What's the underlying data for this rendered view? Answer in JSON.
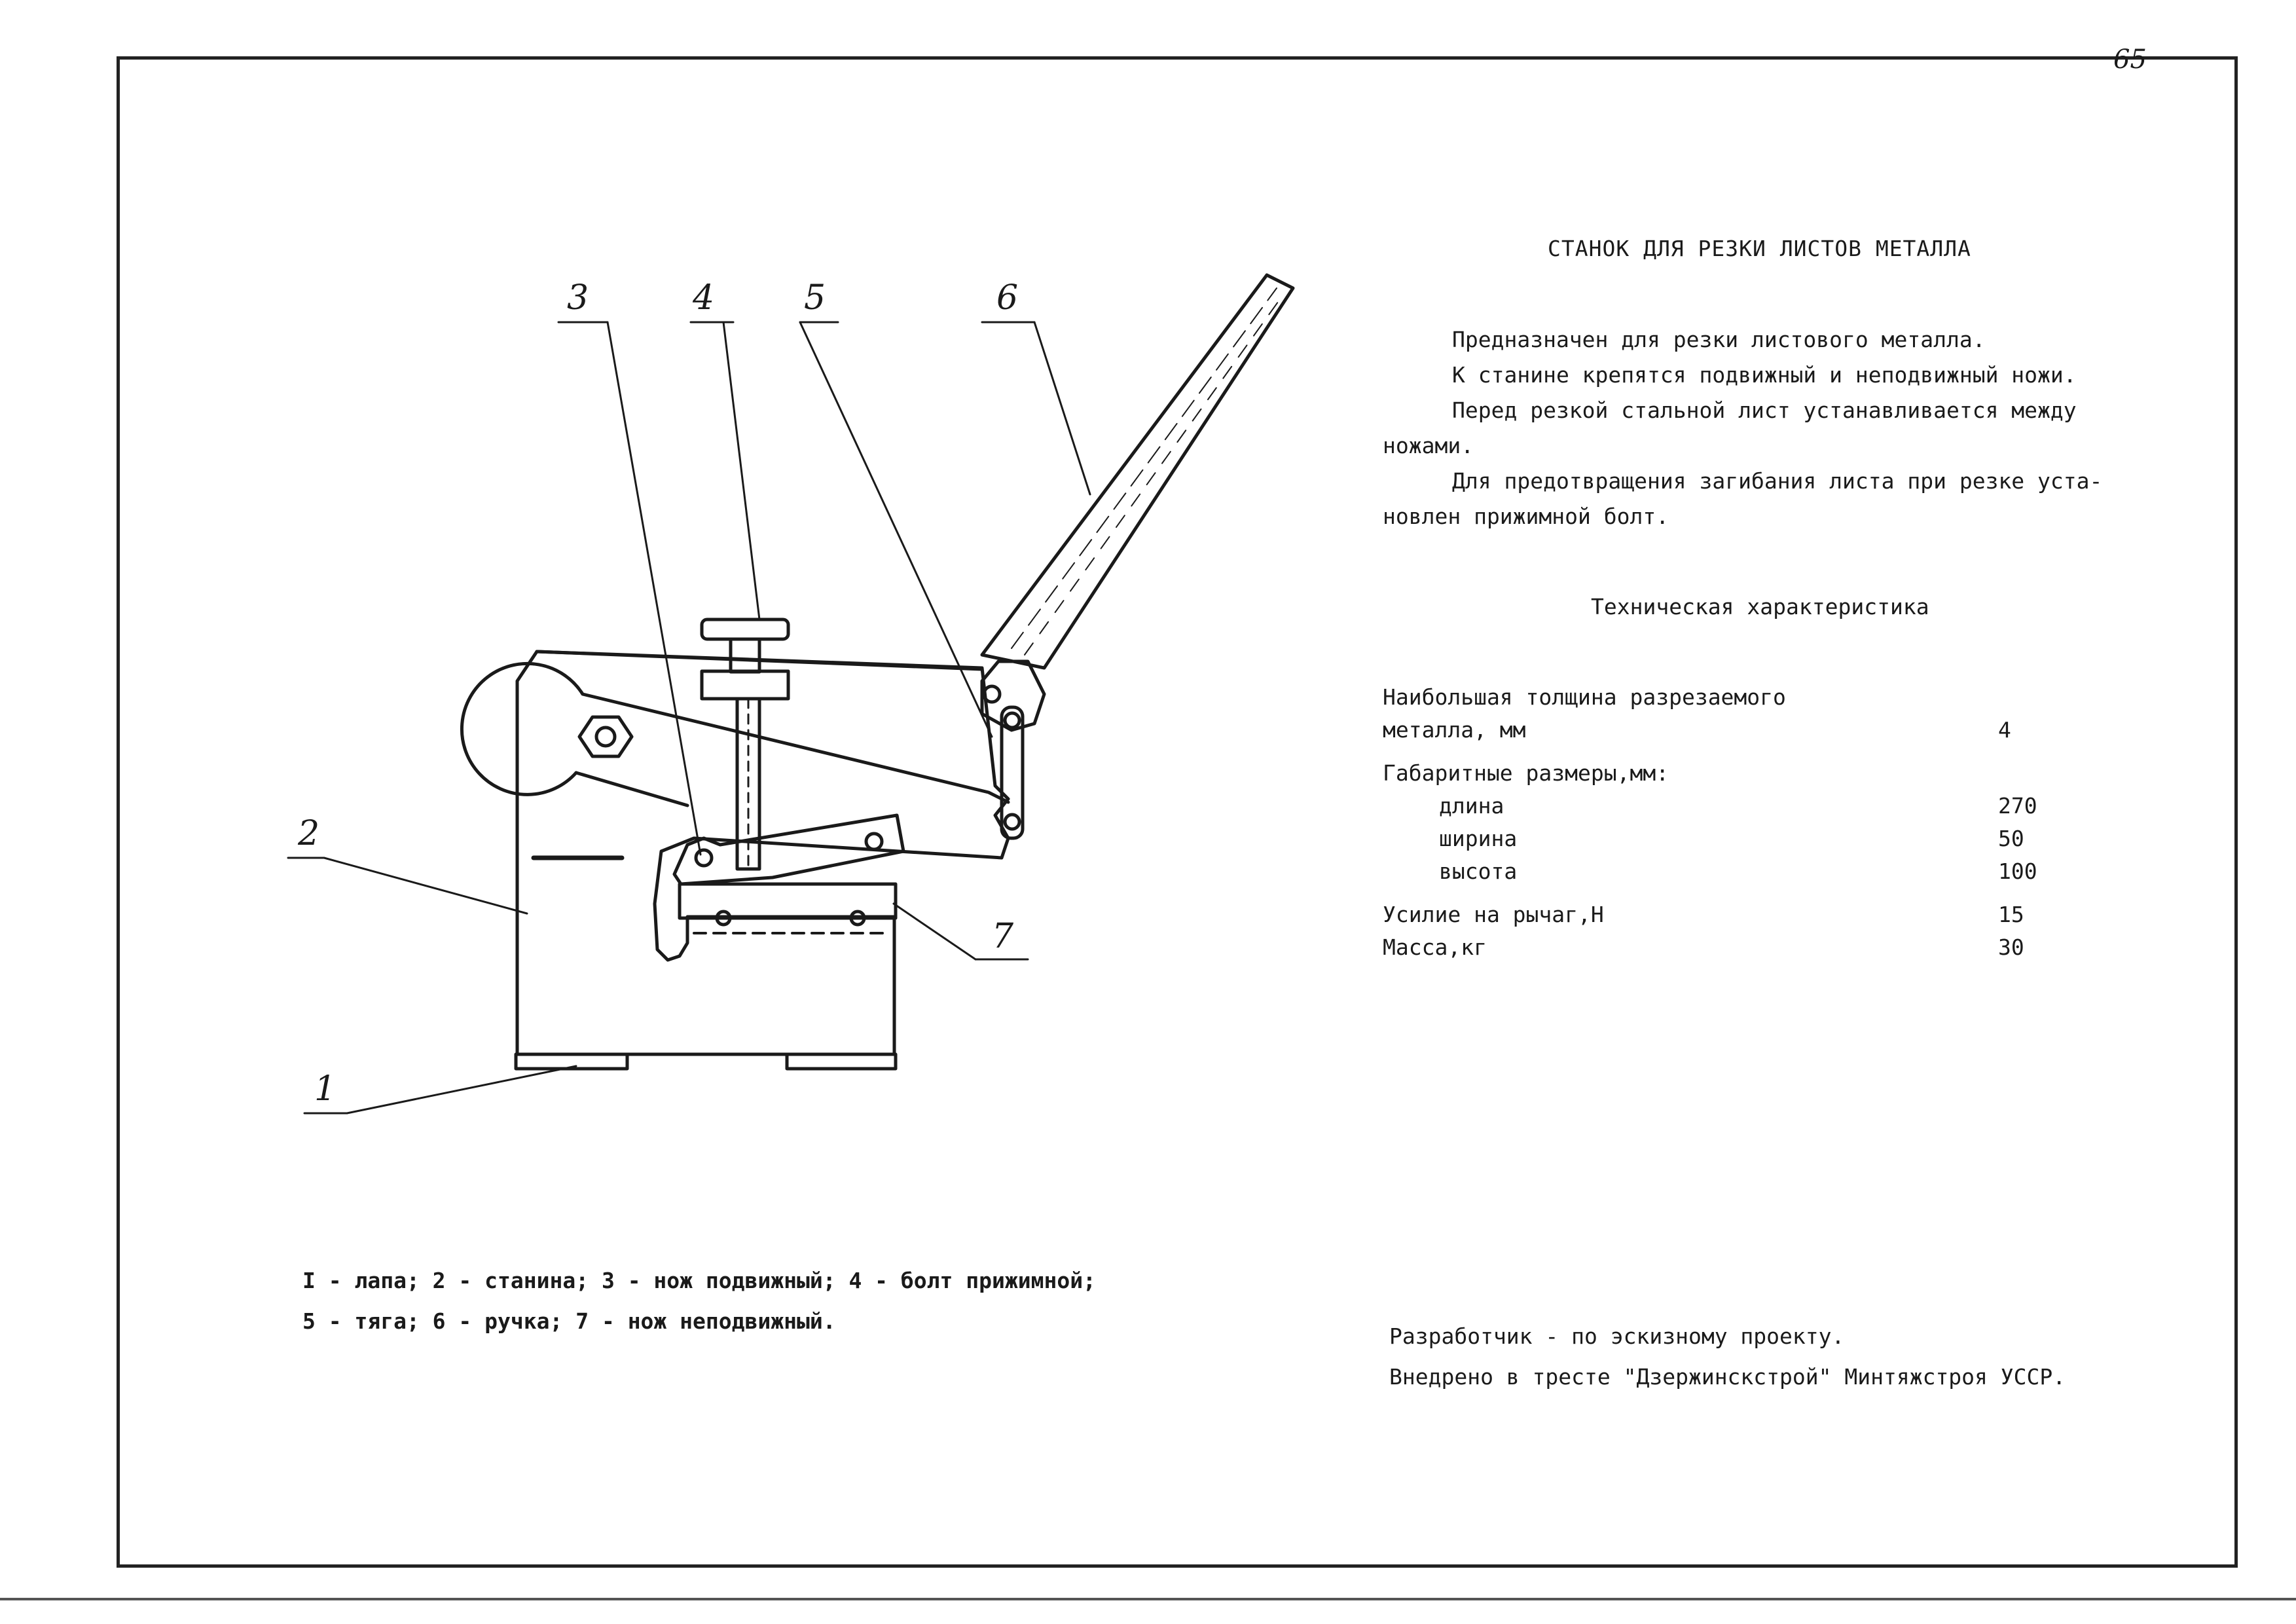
{
  "page_number": "65",
  "title": "СТАНОК ДЛЯ РЕЗКИ ЛИСТОВ МЕТАЛЛА",
  "description": [
    "Предназначен для резки листового металла.",
    "К станине крепятся подвижный и неподвижный ножи.",
    "Перед резкой стальной лист устанавливается между",
    "ножами.",
    "Для предотвращения загибания листа при резке уста-",
    "новлен прижимной болт."
  ],
  "specs_title": "Техническая характеристика",
  "specs": {
    "thickness_label_1": "Наибольшая толщина разрезаемого",
    "thickness_label_2": "металла, мм",
    "thickness_value": "4",
    "dims_label": "Габаритные размеры,мм:",
    "length_label": "длина",
    "length_value": "270",
    "width_label": "ширина",
    "width_value": "50",
    "height_label": "высота",
    "height_value": "100",
    "force_label": "Усилие на рычаг,Н",
    "force_value": "15",
    "mass_label": "Масса,кг",
    "mass_value": "30"
  },
  "legend": [
    "I - лапа; 2 - станина; 3 - нож подвижный; 4 - болт прижимной;",
    "5 - тяга; 6 - ручка; 7 - нож неподвижный."
  ],
  "developer": [
    "Разработчик - по эскизному проекту.",
    "Внедрено в тресте \"Дзержинскстрой\" Минтяжстроя УССР."
  ],
  "callouts": {
    "n1": "1",
    "n2": "2",
    "n3": "3",
    "n4": "4",
    "n5": "5",
    "n6": "6",
    "n7": "7"
  }
}
